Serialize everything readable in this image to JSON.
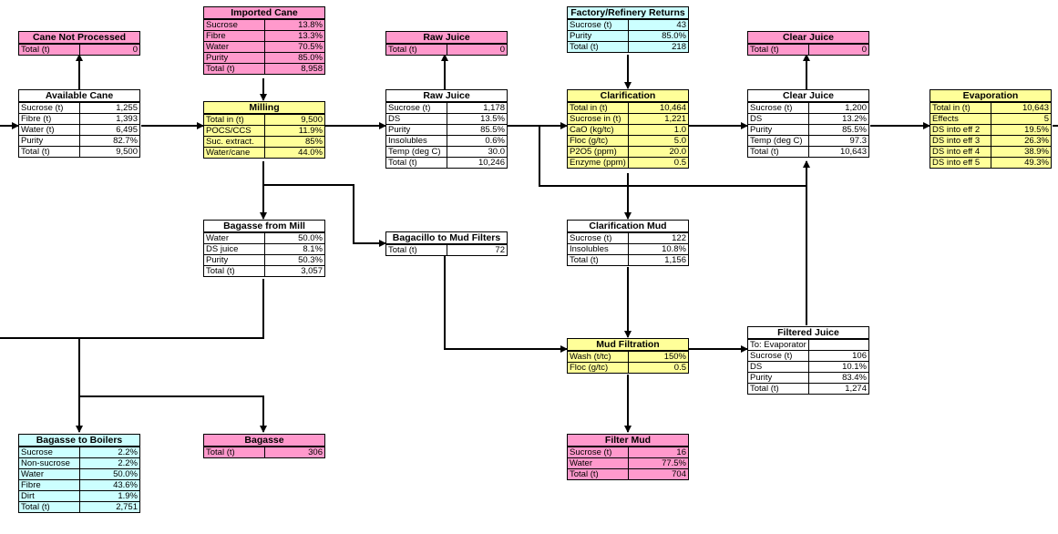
{
  "boxes": [
    {
      "key": "cane_not_processed",
      "title": "Cane Not Processed",
      "theme": "pink",
      "title_theme": "pink",
      "rows": [
        [
          "Total (t)",
          "0"
        ]
      ]
    },
    {
      "key": "available_cane",
      "title": "Available Cane",
      "theme": "plain",
      "title_theme": "plain",
      "rows": [
        [
          "Sucrose (t)",
          "1,255"
        ],
        [
          "Fibre (t)",
          "1,393"
        ],
        [
          "Water (t)",
          "6,495"
        ],
        [
          "Purity",
          "82.7%"
        ],
        [
          "Total (t)",
          "9,500"
        ]
      ]
    },
    {
      "key": "bagasse_to_boilers",
      "title": "Bagasse to Boilers",
      "theme": "cyan",
      "title_theme": "cyan",
      "rows": [
        [
          "Sucrose",
          "2.2%"
        ],
        [
          "Non-sucrose",
          "2.2%"
        ],
        [
          "Water",
          "50.0%"
        ],
        [
          "Fibre",
          "43.6%"
        ],
        [
          "Dirt",
          "1.9%"
        ],
        [
          "Total (t)",
          "2,751"
        ]
      ]
    },
    {
      "key": "imported_cane",
      "title": "Imported Cane",
      "theme": "pink",
      "title_theme": "pink",
      "rows": [
        [
          "Sucrose",
          "13.8%"
        ],
        [
          "Fibre",
          "13.3%"
        ],
        [
          "Water",
          "70.5%"
        ],
        [
          "Purity",
          "85.0%"
        ],
        [
          "Total (t)",
          "8,958"
        ]
      ]
    },
    {
      "key": "milling",
      "title": "Milling",
      "theme": "yellow",
      "title_theme": "yellow",
      "rows": [
        [
          "Total in (t)",
          "9,500"
        ],
        [
          "POCS/CCS",
          "11.9%"
        ],
        [
          "Suc. extract.",
          "85%"
        ],
        [
          "Water/cane",
          "44.0%"
        ]
      ]
    },
    {
      "key": "bagasse_from_mill",
      "title": "Bagasse from Mill",
      "theme": "plain",
      "title_theme": "plain",
      "rows": [
        [
          "Water",
          "50.0%"
        ],
        [
          "DS juice",
          "8.1%"
        ],
        [
          "Purity",
          "50.3%"
        ],
        [
          "Total (t)",
          "3,057"
        ]
      ]
    },
    {
      "key": "bagasse",
      "title": "Bagasse",
      "theme": "pink",
      "title_theme": "pink",
      "rows": [
        [
          "Total (t)",
          "306"
        ]
      ]
    },
    {
      "key": "raw_juice_out",
      "title": "Raw Juice",
      "theme": "pink",
      "title_theme": "pink",
      "rows": [
        [
          "Total (t)",
          "0"
        ]
      ]
    },
    {
      "key": "raw_juice",
      "title": "Raw Juice",
      "theme": "plain",
      "title_theme": "plain",
      "rows": [
        [
          "Sucrose (t)",
          "1,178"
        ],
        [
          "DS",
          "13.5%"
        ],
        [
          "Purity",
          "85.5%"
        ],
        [
          "Insolubles",
          "0.6%"
        ],
        [
          "Temp (deg C)",
          "30.0"
        ],
        [
          "Total (t)",
          "10,246"
        ]
      ]
    },
    {
      "key": "bagacillo",
      "title": "Bagacillo to Mud Filters",
      "theme": "plain",
      "title_theme": "plain",
      "rows": [
        [
          "Total (t)",
          "72"
        ]
      ]
    },
    {
      "key": "factory_returns",
      "title": "Factory/Refinery Returns",
      "theme": "cyan",
      "title_theme": "cyan",
      "rows": [
        [
          "Sucrose (t)",
          "43"
        ],
        [
          "Purity",
          "85.0%"
        ],
        [
          "Total (t)",
          "218"
        ]
      ]
    },
    {
      "key": "clarification",
      "title": "Clarification",
      "theme": "yellow",
      "title_theme": "yellow",
      "rows": [
        [
          "Total in (t)",
          "10,464"
        ],
        [
          "Sucrose in (t)",
          "1,221"
        ],
        [
          "CaO (kg/tc)",
          "1.0"
        ],
        [
          "Floc (g/tc)",
          "5.0"
        ],
        [
          "P2O5 (ppm)",
          "20.0"
        ],
        [
          "Enzyme (ppm)",
          "0.5"
        ]
      ]
    },
    {
      "key": "clarification_mud",
      "title": "Clarification Mud",
      "theme": "plain",
      "title_theme": "plain",
      "rows": [
        [
          "Sucrose (t)",
          "122"
        ],
        [
          "Insolubles",
          "10.8%"
        ],
        [
          "Total (t)",
          "1,156"
        ]
      ]
    },
    {
      "key": "mud_filtration",
      "title": "Mud Filtration",
      "theme": "yellow",
      "title_theme": "yellow",
      "rows": [
        [
          "Wash (t/tc)",
          "150%"
        ],
        [
          "Floc (g/tc)",
          "0.5"
        ]
      ]
    },
    {
      "key": "filter_mud",
      "title": "Filter Mud",
      "theme": "pink",
      "title_theme": "pink",
      "rows": [
        [
          "Sucrose (t)",
          "16"
        ],
        [
          "Water",
          "77.5%"
        ],
        [
          "Total (t)",
          "704"
        ]
      ]
    },
    {
      "key": "clear_juice_out",
      "title": "Clear Juice",
      "theme": "pink",
      "title_theme": "pink",
      "rows": [
        [
          "Total (t)",
          "0"
        ]
      ]
    },
    {
      "key": "clear_juice",
      "title": "Clear Juice",
      "theme": "plain",
      "title_theme": "plain",
      "rows": [
        [
          "Sucrose (t)",
          "1,200"
        ],
        [
          "DS",
          "13.2%"
        ],
        [
          "Purity",
          "85.5%"
        ],
        [
          "Temp (deg C)",
          "97.3"
        ],
        [
          "Total (t)",
          "10,643"
        ]
      ]
    },
    {
      "key": "filtered_juice",
      "title": "Filtered Juice",
      "theme": "plain",
      "title_theme": "plain",
      "rows": [
        [
          "To: Evaporator Feed",
          ""
        ],
        [
          "Sucrose (t)",
          "106"
        ],
        [
          "DS",
          "10.1%"
        ],
        [
          "Purity",
          "83.4%"
        ],
        [
          "Total (t)",
          "1,274"
        ]
      ]
    },
    {
      "key": "evaporation",
      "title": "Evaporation",
      "theme": "yellow",
      "title_theme": "yellow",
      "rows": [
        [
          "Total in (t)",
          "10,643"
        ],
        [
          "Effects",
          "5"
        ],
        [
          "DS into eff 2",
          "19.5%"
        ],
        [
          "DS into eff 3",
          "26.3%"
        ],
        [
          "DS into eff 4",
          "38.9%"
        ],
        [
          "DS into eff 5",
          "49.3%"
        ]
      ]
    }
  ]
}
